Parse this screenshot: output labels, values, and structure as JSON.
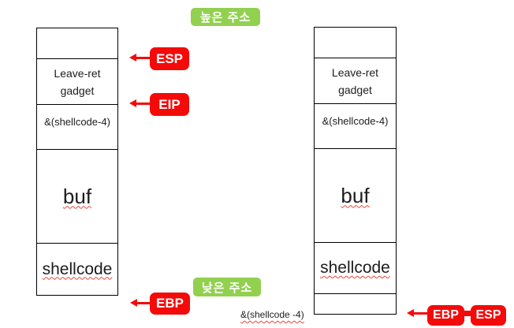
{
  "address_labels": {
    "high": "높은 주소",
    "low": "낮은 주소"
  },
  "colors": {
    "label_green": "#92D050",
    "register_red": "#F50A0A"
  },
  "left_stack": {
    "cells": [
      {
        "label": ""
      },
      {
        "label": "Leave-ret\ngadget"
      },
      {
        "label": "&(shellcode-4)"
      },
      {
        "label": "buf"
      },
      {
        "label": "shellcode"
      }
    ]
  },
  "right_stack": {
    "cells": [
      {
        "label": ""
      },
      {
        "label": "Leave-ret\ngadget"
      },
      {
        "label": "&(shellcode-4)"
      },
      {
        "label": "buf"
      },
      {
        "label": "shellcode"
      },
      {
        "label": ""
      }
    ],
    "outside_label": "&(shellcode -4)"
  },
  "registers": {
    "esp_left": "ESP",
    "eip_left": "EIP",
    "ebp_left": "EBP",
    "ebp_right": "EBP",
    "esp_right": "ESP"
  }
}
